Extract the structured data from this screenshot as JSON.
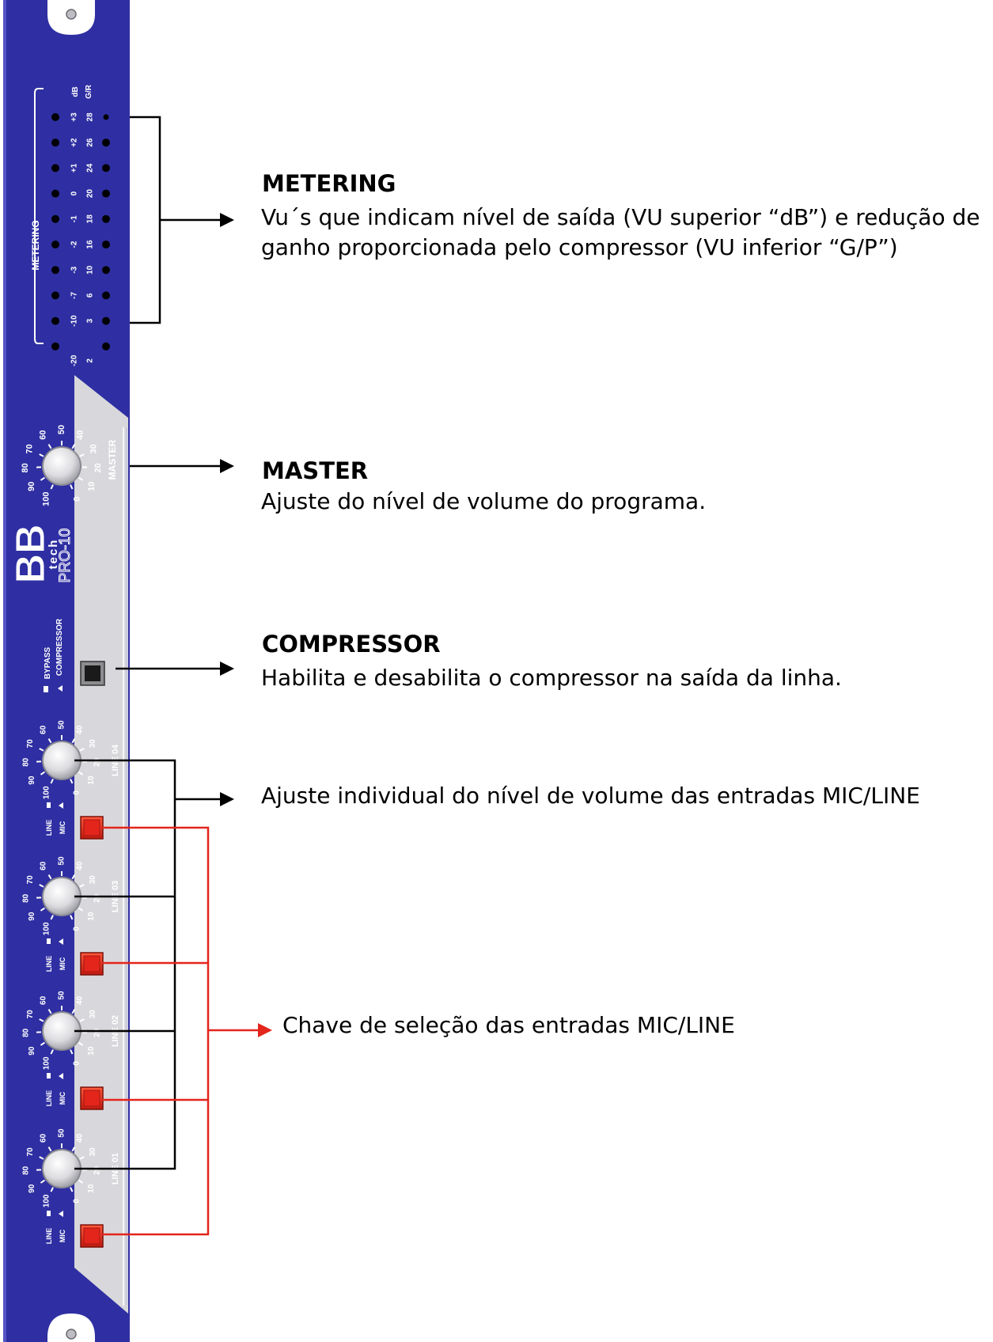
{
  "device": {
    "brand": "BB",
    "brand_sub": "tech",
    "model": "PRO-10",
    "colors": {
      "panel_blue": "#2f2fa3",
      "silver": "#d8d8dc",
      "red_key": "#e3251b"
    },
    "metering": {
      "label": "METERING",
      "db_header": "dB",
      "gr_header": "G/R",
      "db_scale": [
        "+3",
        "+2",
        "+1",
        "0",
        "-1",
        "-2",
        "-3",
        "-7",
        "-10",
        "-20"
      ],
      "gr_scale": [
        "28",
        "26",
        "24",
        "20",
        "18",
        "16",
        "10",
        "6",
        "3",
        "2"
      ]
    },
    "master": {
      "label": "MASTER",
      "ticks": [
        "0",
        "10",
        "20",
        "30",
        "40",
        "50",
        "60",
        "70",
        "80",
        "90",
        "100"
      ]
    },
    "compressor": {
      "bypass_label": "BYPASS",
      "compressor_label": "COMPRESSOR"
    },
    "lines": [
      {
        "label": "LINE 04",
        "line_label": "LINE",
        "mic_label": "MIC"
      },
      {
        "label": "LINE 03",
        "line_label": "LINE",
        "mic_label": "MIC"
      },
      {
        "label": "LINE 02",
        "line_label": "LINE",
        "mic_label": "MIC"
      },
      {
        "label": "LINE 01",
        "line_label": "LINE",
        "mic_label": "MIC"
      }
    ]
  },
  "annotations": {
    "metering": {
      "title": "METERING",
      "line1": "Vu´s que indicam nível de saída (VU superior “dB”) e redução de",
      "line2": "ganho proporcionada pelo compressor (VU inferior “G/P”)"
    },
    "master": {
      "title": "MASTER",
      "text": "Ajuste do nível de volume do programa."
    },
    "compressor": {
      "title": "COMPRESSOR",
      "text": "Habilita e desabilita o compressor na saída da linha."
    },
    "inputs_level": {
      "text": "Ajuste individual do nível de volume das entradas MIC/LINE"
    },
    "input_select": {
      "text": "Chave de seleção das entradas MIC/LINE"
    }
  }
}
